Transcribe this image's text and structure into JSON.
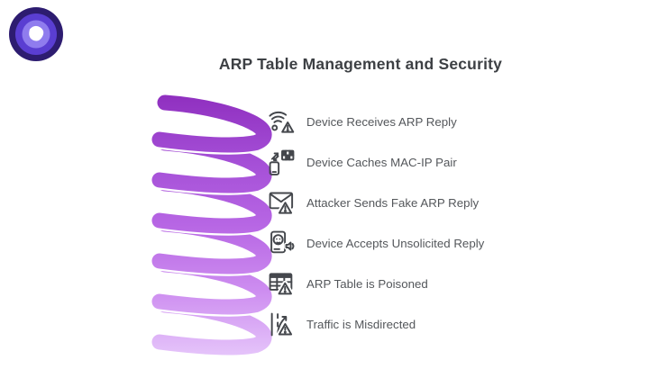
{
  "title": "ARP Table Management and Security",
  "logo": {
    "name": "brand-logo"
  },
  "steps": [
    {
      "icon": "wifi-alert-icon",
      "label": "Device Receives ARP Reply"
    },
    {
      "icon": "device-cache-table-icon",
      "label": "Device Caches MAC-IP Pair"
    },
    {
      "icon": "mail-alert-icon",
      "label": "Attacker Sends Fake ARP Reply"
    },
    {
      "icon": "device-broadcast-icon",
      "label": "Device Accepts Unsolicited Reply"
    },
    {
      "icon": "table-alert-icon",
      "label": "ARP Table is Poisoned"
    },
    {
      "icon": "road-misdirect-icon",
      "label": "Traffic is Misdirected"
    }
  ],
  "colors": {
    "title_text": "#3d4044",
    "item_text": "#54575b",
    "icon_stroke": "#44474c",
    "spiral_top": "#8f2fbf",
    "spiral_mid": "#b766e4",
    "spiral_bottom": "#e5c4fa",
    "logo_outer": "#2d1c70",
    "logo_ring": "#5a3ed2",
    "logo_inner_ring": "#8f7cee",
    "logo_mark": "#ffffff"
  }
}
